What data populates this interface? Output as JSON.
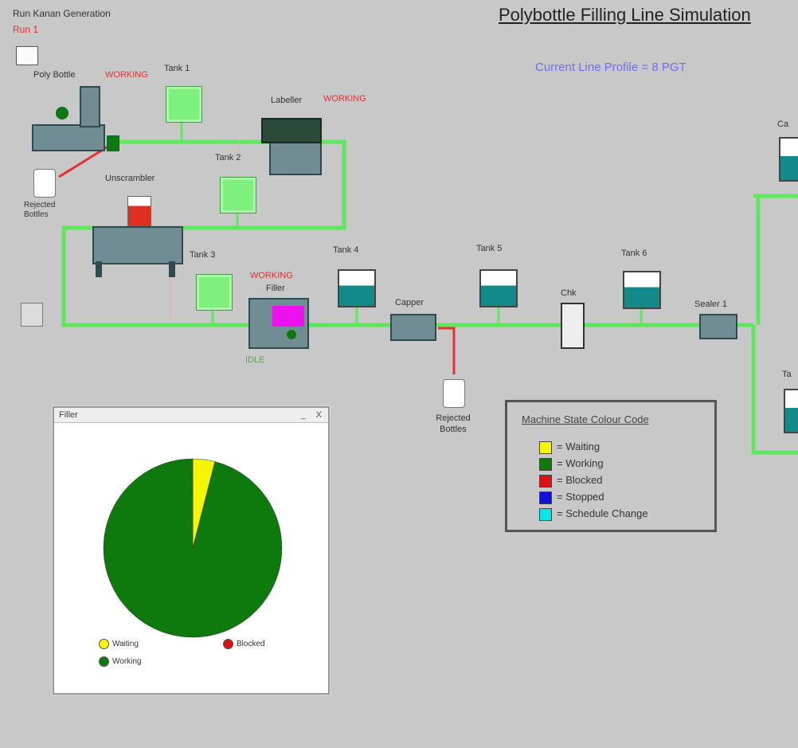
{
  "header": {
    "title": "Polybottle Filling Line Simulation",
    "subtitle": "Current Line Profile = 8 PGT",
    "run_label": "Run Kanan Generation",
    "run_sub": "Run 1"
  },
  "colors": {
    "pipe": "#5ee85e",
    "tank": "#7ef07e",
    "fill_teal": "#138a8a",
    "pie_working": "#0e7a0e",
    "pie_waiting": "#f6f600"
  },
  "equipment": {
    "poly_supply": "Poly Bottle",
    "poly_supply_status": "WORKING",
    "tank1": "Tank 1",
    "labeller": "Labeller",
    "labeller_status": "WORKING",
    "tank2": "Tank 2",
    "tank3": "Tank 3",
    "reject_top": "Rejected Bottles",
    "unscrambler": "Unscrambler",
    "filler_status": "WORKING",
    "filler": "Filler",
    "filler_note": "IDLE",
    "tank4": "Tank 4",
    "tank5": "Tank 5",
    "tank6": "Tank 6",
    "capper": "Capper",
    "reject_bottom": "Rejected Bottles",
    "checkweigher": "Chk",
    "sealer": "Sealer 1",
    "far_right_top": "Ca",
    "far_right_bot": "Ta"
  },
  "legend": {
    "title": "Machine State Colour Code",
    "items": [
      {
        "label": "= Waiting",
        "color": "#f6f600"
      },
      {
        "label": "= Working",
        "color": "#0e7a0e"
      },
      {
        "label": "= Blocked",
        "color": "#e01010"
      },
      {
        "label": "= Stopped",
        "color": "#1010e0"
      },
      {
        "label": "= Schedule Change",
        "color": "#00e8e8"
      }
    ]
  },
  "window": {
    "title": "Filler",
    "min": "_",
    "close": "X"
  },
  "chart_data": {
    "type": "pie",
    "categories": [
      "Waiting",
      "Working",
      "Blocked"
    ],
    "values": [
      4,
      96,
      0
    ],
    "colors": [
      "#f6f600",
      "#0e7a0e",
      "#e01010"
    ],
    "legend": [
      "Waiting",
      "Blocked",
      "Working"
    ]
  }
}
